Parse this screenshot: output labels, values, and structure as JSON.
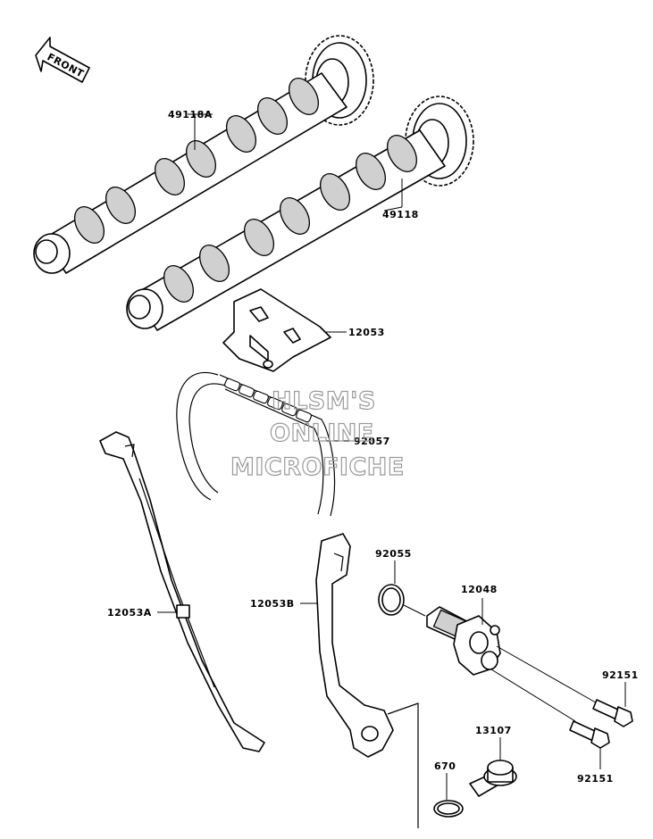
{
  "watermark": {
    "line1": "HLSM'S",
    "line2": "ONLINE",
    "line3": "MICROFICHE"
  },
  "front_arrow": {
    "label": "FRONT"
  },
  "labels": {
    "camshaft_exhaust": "49118A",
    "camshaft_intake": "49118",
    "chain_guide_top": "12053",
    "cam_chain": "92057",
    "chain_guide_front": "12053A",
    "chain_guide_rear": "12053B",
    "o_ring_tensioner": "92055",
    "chain_tensioner": "12048",
    "bolt_upper": "92151",
    "bolt_lower": "92151",
    "pivot_bolt": "13107",
    "o_ring_pivot": "670"
  }
}
